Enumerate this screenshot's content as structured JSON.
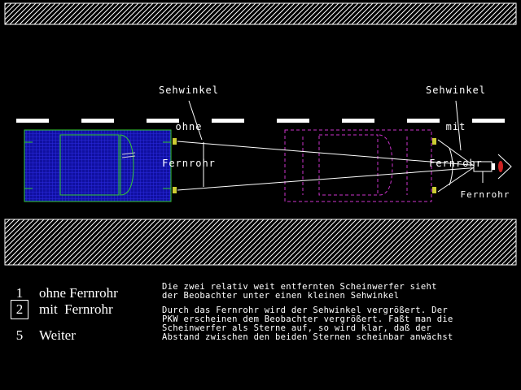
{
  "scene": {
    "label_left": [
      "Sehwinkel",
      "ohne",
      "Fernrohr"
    ],
    "label_right": [
      "Sehwinkel",
      "mit",
      "Fernrohr"
    ],
    "label_telescope": "Fernrohr",
    "colors": {
      "road_border": "#ffffff",
      "car_near": "#1a1acc",
      "car_near_outline": "#33cc33",
      "car_far": "#cc33cc",
      "headlight": "#cccc33",
      "eye": "#cc2222"
    }
  },
  "menu": [
    {
      "key": "1",
      "label": "ohne Fernrohr",
      "selected": false
    },
    {
      "key": "2",
      "label": "mit  Fernrohr",
      "selected": true
    },
    {
      "key": "5",
      "label": "Weiter",
      "selected": false
    }
  ],
  "description": {
    "para1": [
      "Die zwei relativ weit entfernten Scheinwerfer sieht",
      "der Beobachter unter einen kleinen Sehwinkel"
    ],
    "para2": [
      "Durch das Fernrohr wird der Sehwinkel vergrößert. Der",
      "PKW erscheinen dem Beobachter vergrößert. Faßt man die",
      "Scheinwerfer als Sterne auf, so wird klar, daß der",
      "Abstand zwischen den beiden Sternen scheinbar anwächst"
    ]
  }
}
